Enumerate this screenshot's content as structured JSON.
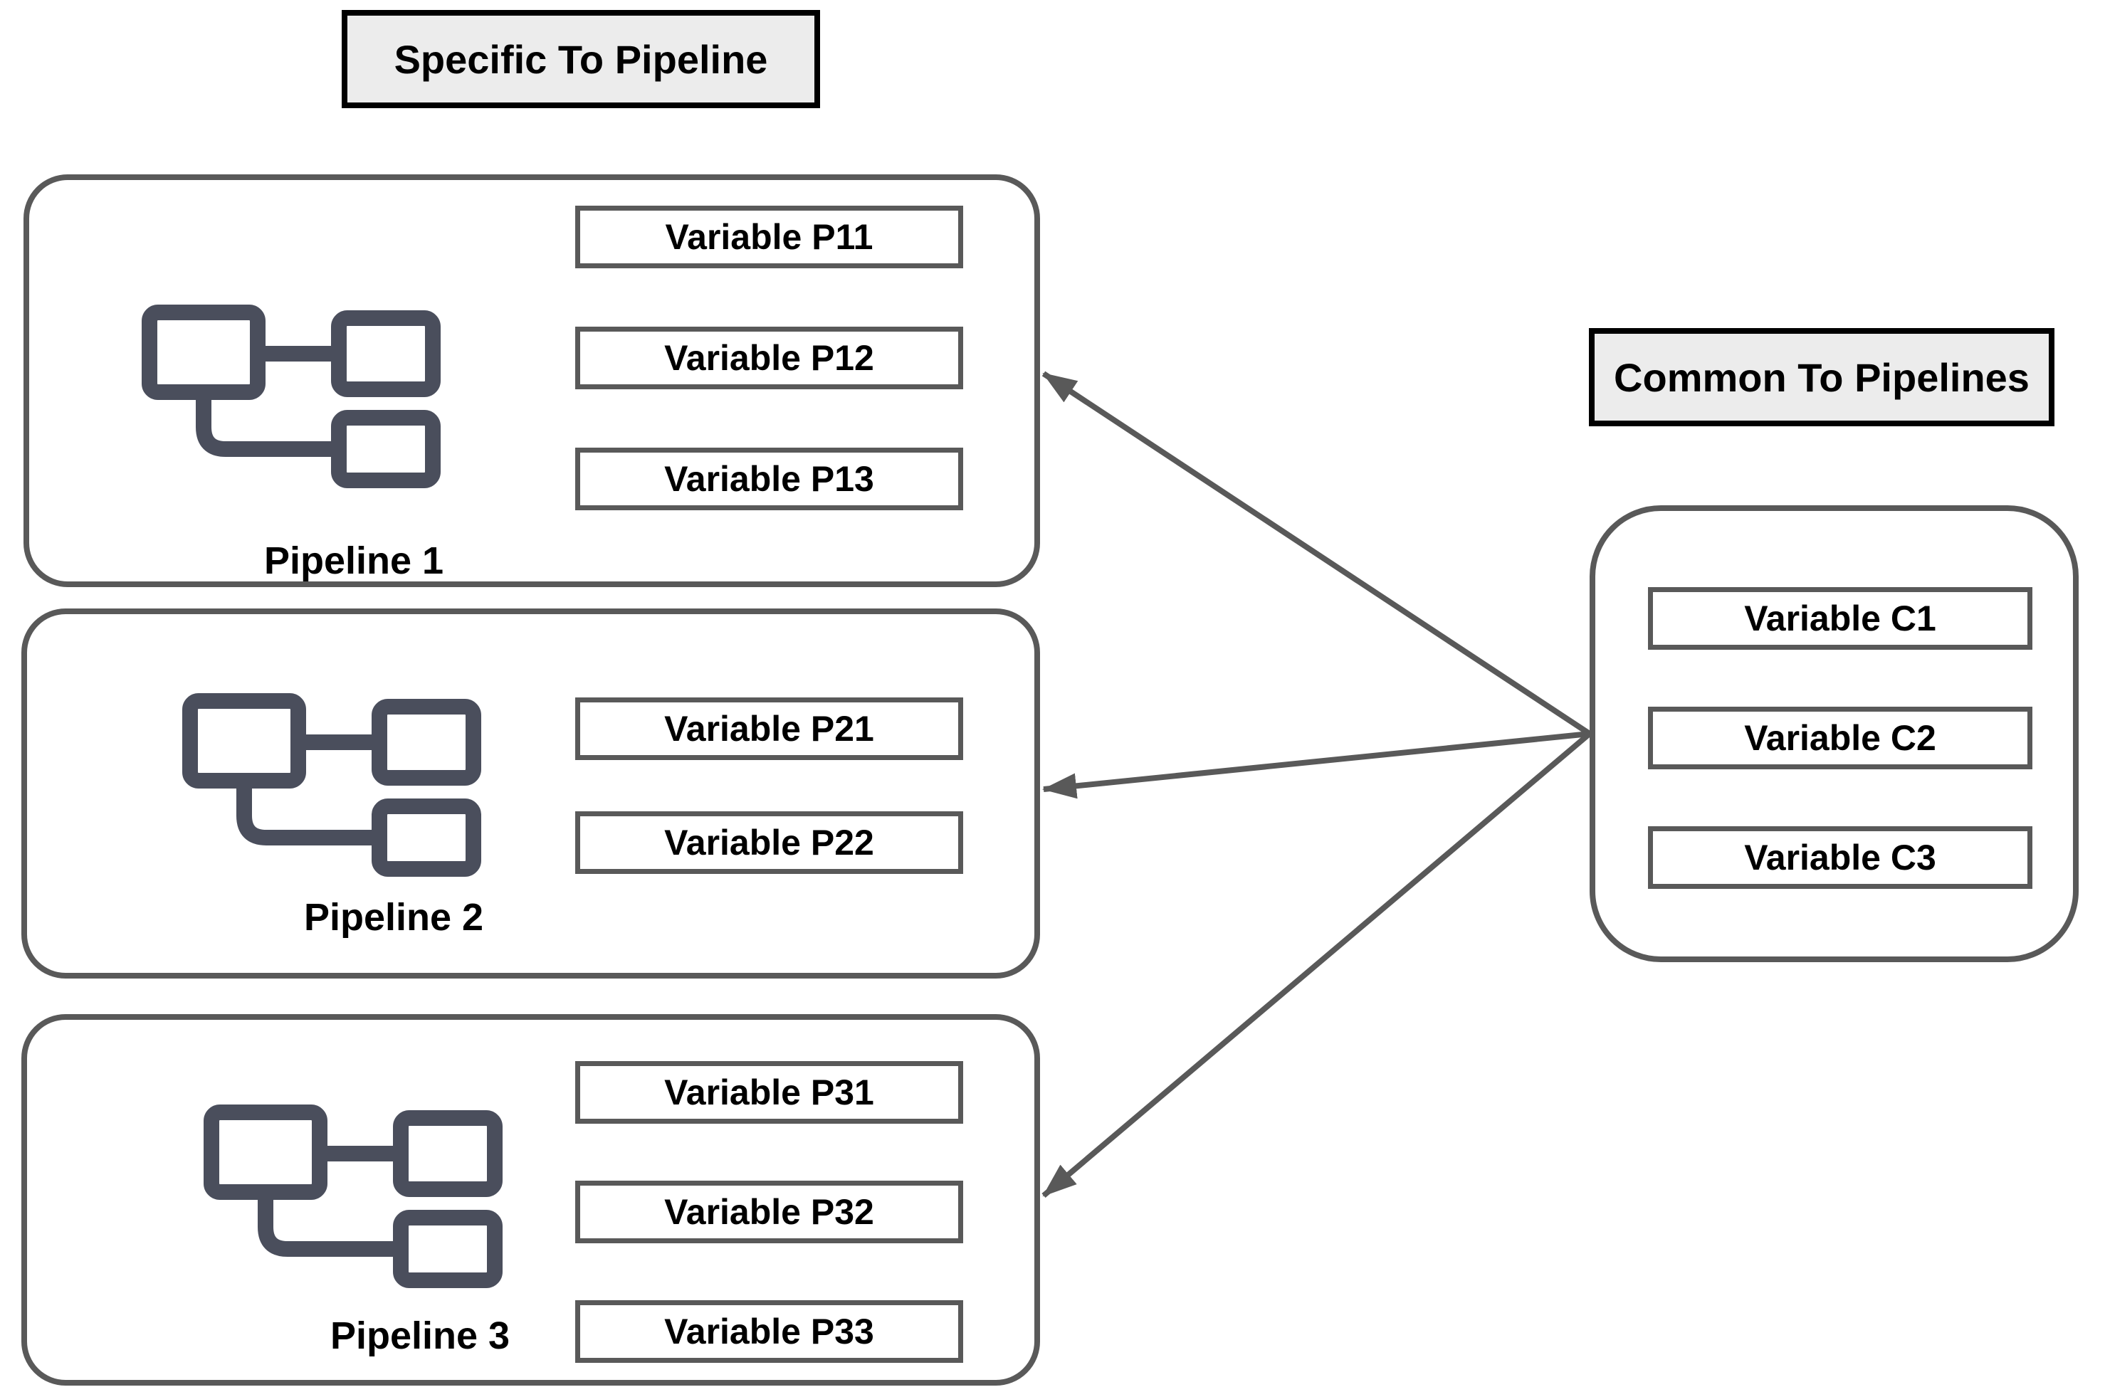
{
  "colors": {
    "border_gray": "#595959",
    "icon": "#4a4e5c",
    "title_bg": "#ececec",
    "title_border": "#000000",
    "text": "#000000",
    "page_bg": "#ffffff"
  },
  "titles": {
    "specific": "Specific To Pipeline",
    "common": "Common To Pipelines"
  },
  "pipelines": [
    {
      "name": "Pipeline 1",
      "variables": [
        "Variable P11",
        "Variable P12",
        "Variable P13"
      ]
    },
    {
      "name": "Pipeline 2",
      "variables": [
        "Variable P21",
        "Variable P22"
      ]
    },
    {
      "name": "Pipeline 3",
      "variables": [
        "Variable P31",
        "Variable P32",
        "Variable P33"
      ]
    }
  ],
  "common_box": {
    "variables": [
      "Variable C1",
      "Variable C2",
      "Variable C3"
    ]
  }
}
